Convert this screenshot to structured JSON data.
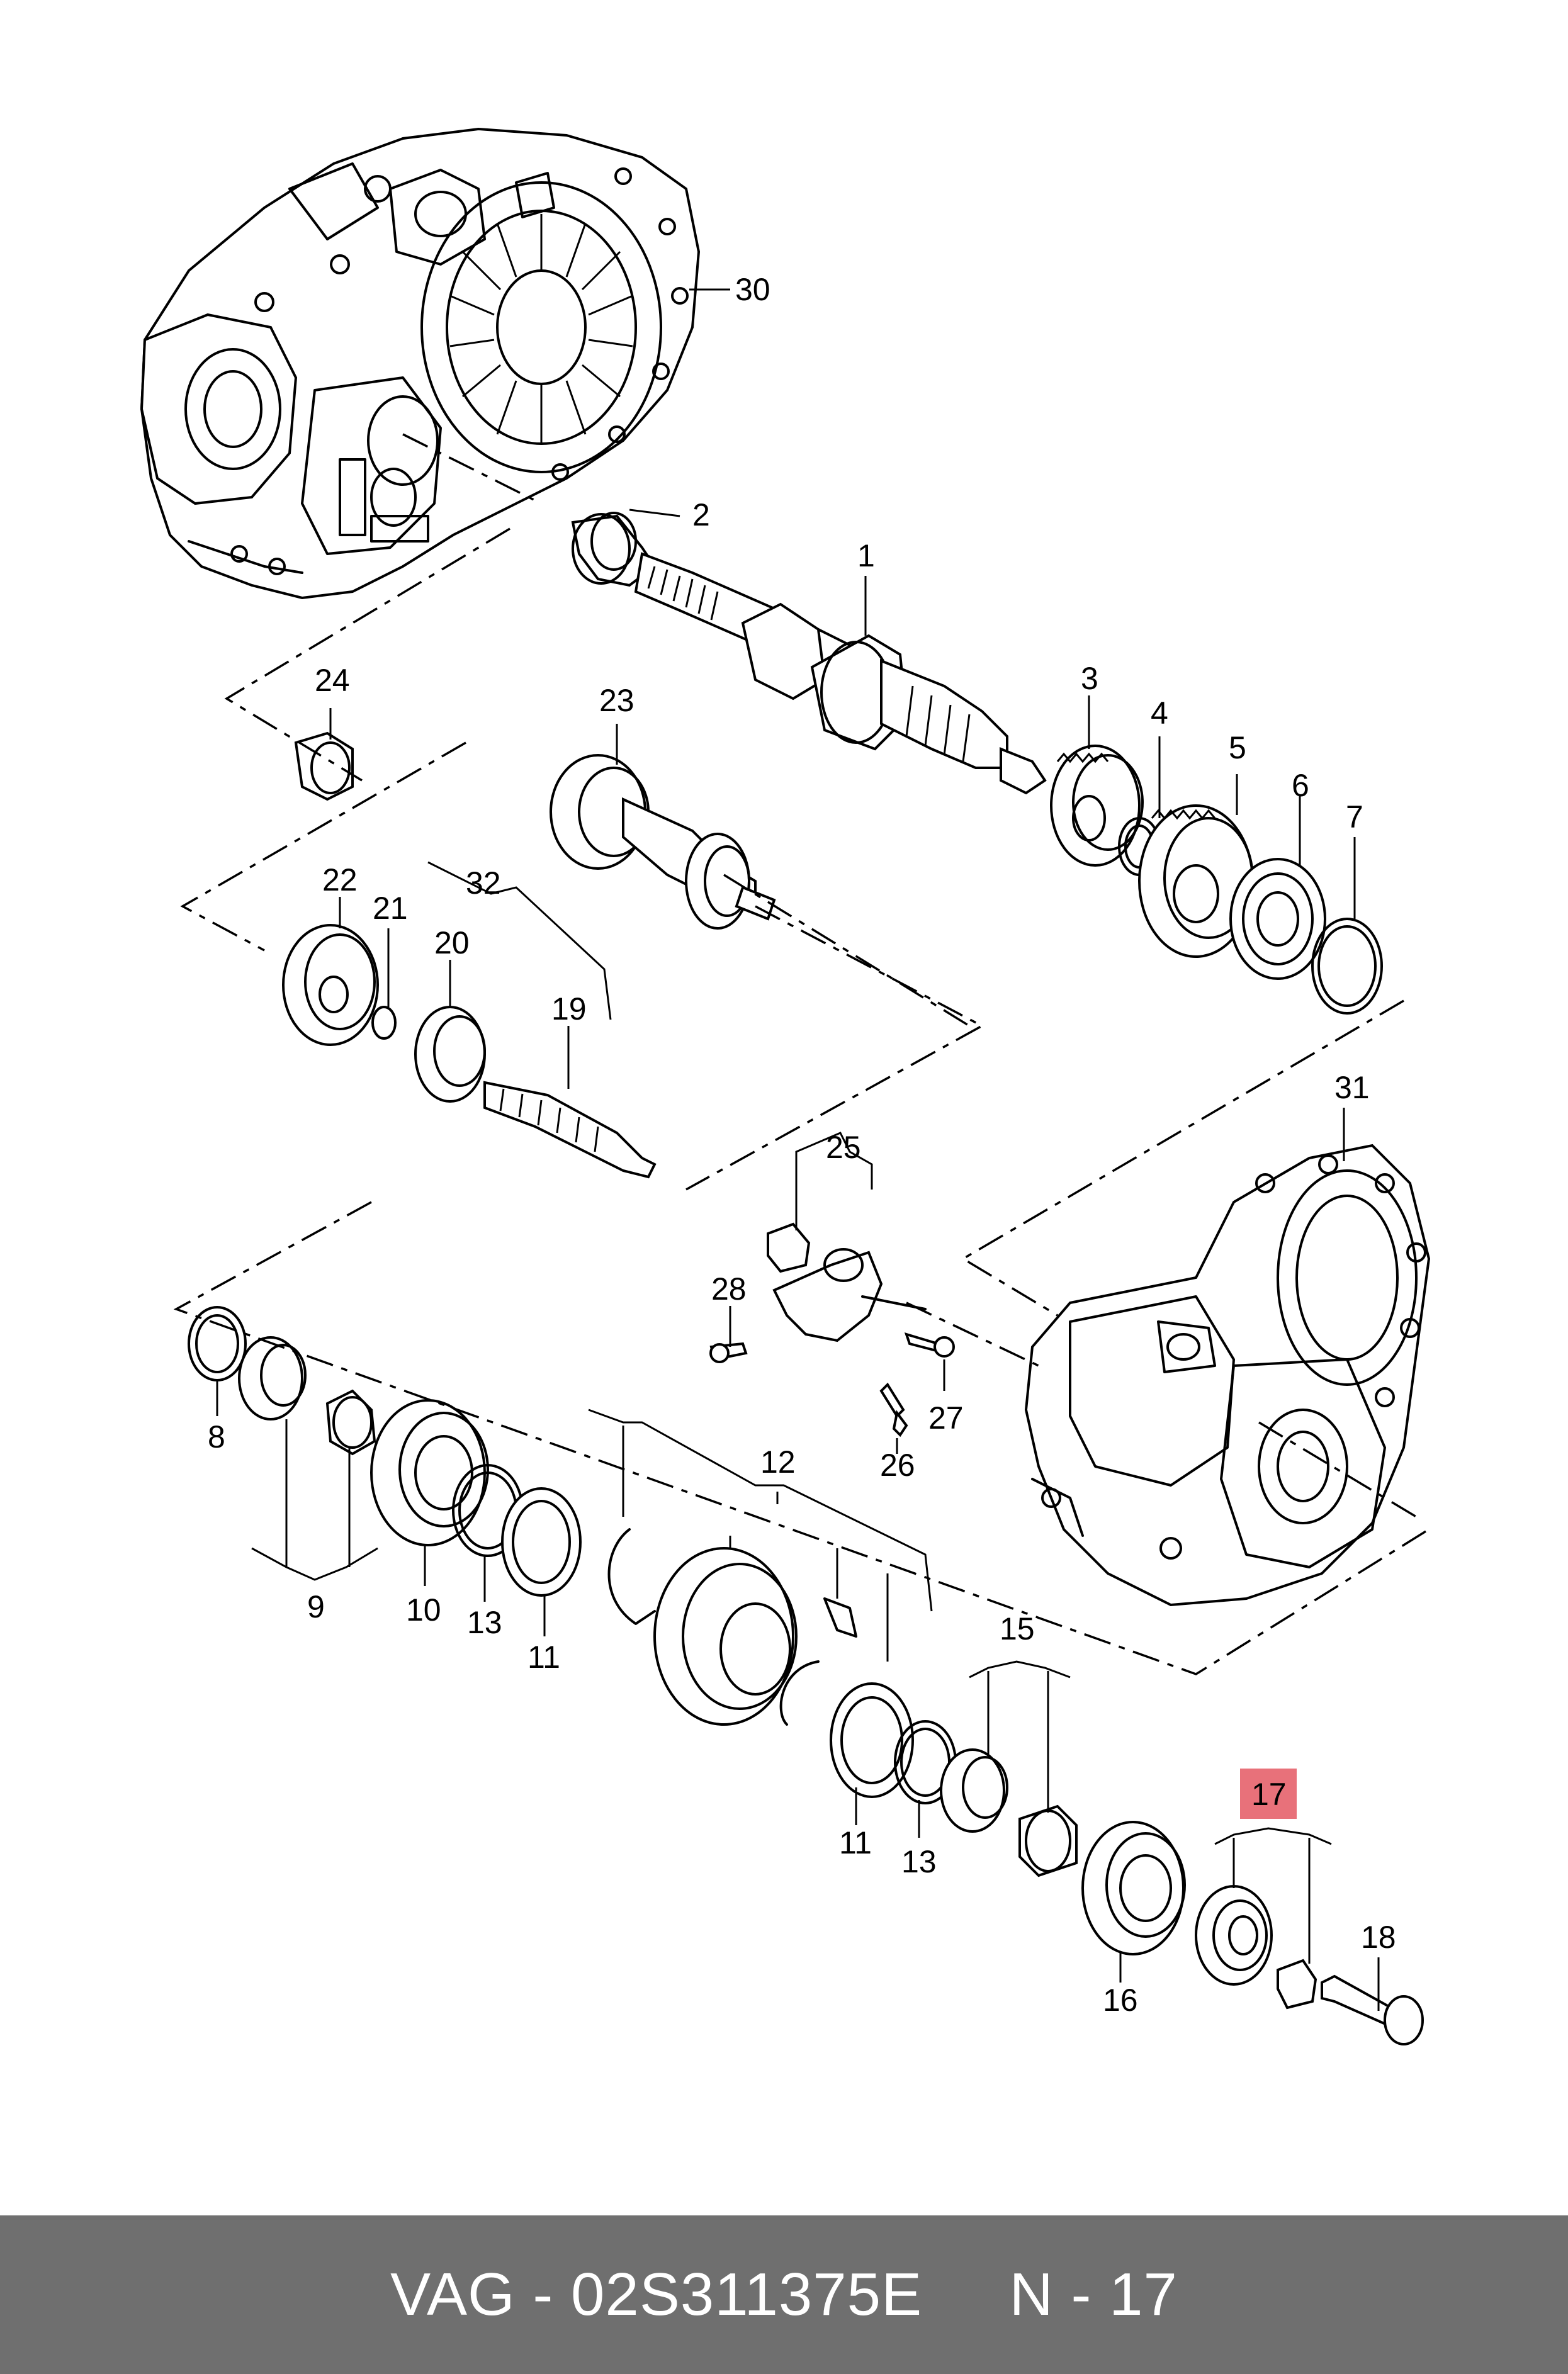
{
  "footer": {
    "text": "VAG - 02S311375E     N - 17",
    "bg_color": "#6f6f6f",
    "text_color": "#ffffff"
  },
  "highlight_color": "#e8717a",
  "callouts": {
    "c1": "1",
    "c2": "2",
    "c3": "3",
    "c4": "4",
    "c5": "5",
    "c6": "6",
    "c7": "7",
    "c8": "8",
    "c9": "9",
    "c10": "10",
    "c11a": "11",
    "c11b": "11",
    "c12": "12",
    "c13a": "13",
    "c13b": "13",
    "c15": "15",
    "c16": "16",
    "c17": "17",
    "c18": "18",
    "c19": "19",
    "c20": "20",
    "c21": "21",
    "c22": "22",
    "c23": "23",
    "c24": "24",
    "c25": "25",
    "c26": "26",
    "c27": "27",
    "c28": "28",
    "c30": "30",
    "c31": "31",
    "c32": "32"
  }
}
